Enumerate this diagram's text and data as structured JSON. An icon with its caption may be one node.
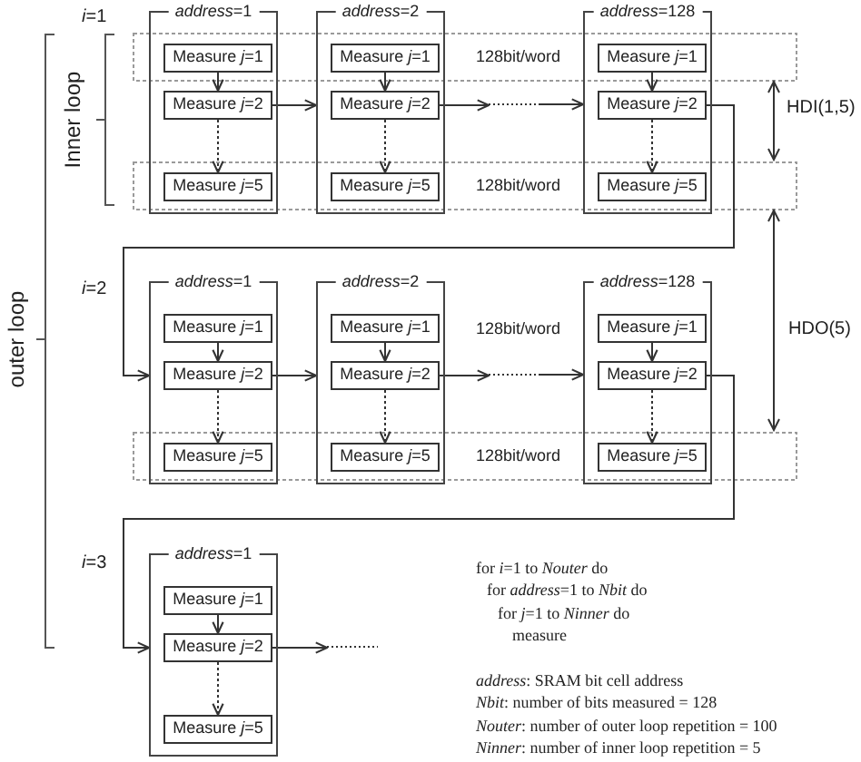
{
  "diagram": {
    "nodes": [
      {
        "text": [
          "*address*=1"
        ]
      },
      {
        "text": [
          "Measure *j*=1"
        ],
        "in": 0
      },
      {
        "text": [
          "Measure *j*=2"
        ],
        "in": 0
      },
      {
        "text": [
          "Measure *j*=5"
        ],
        "in": 0
      },
      {
        "text": [
          "*address*=2"
        ]
      },
      {
        "text": [
          "Measure *j*=1"
        ],
        "in": 4
      },
      {
        "text": [
          "Measure *j*=2"
        ],
        "in": 4
      },
      {
        "text": [
          "Measure *j*=5"
        ],
        "in": 4
      },
      {
        "text": [],
        "shape": "line"
      },
      {
        "text": [
          "*address*=128"
        ]
      },
      {
        "text": [
          "Measure *j*=1"
        ],
        "in": 9
      },
      {
        "text": [
          "Measure *j*=2"
        ],
        "in": 9
      },
      {
        "text": [
          "Measure *j*=5"
        ],
        "in": 9
      },
      {
        "text": [
          "*address*=1"
        ]
      },
      {
        "text": [
          "Measure *j*=1"
        ],
        "in": 13
      },
      {
        "text": [
          "Measure *j*=2"
        ],
        "in": 13
      },
      {
        "text": [
          "Measure *j*=5"
        ],
        "in": 13
      },
      {
        "text": [
          "*address*=2"
        ]
      },
      {
        "text": [
          "Measure *j*=1"
        ],
        "in": 17
      },
      {
        "text": [
          "Measure *j*=2"
        ],
        "in": 17
      },
      {
        "text": [
          "Measure *j*=5"
        ],
        "in": 17
      },
      {
        "text": [],
        "shape": "line"
      },
      {
        "text": [
          "*address*=128"
        ]
      },
      {
        "text": [
          "Measure *j*=1"
        ],
        "in": 22
      },
      {
        "text": [
          "Measure *j*=2"
        ],
        "in": 22
      },
      {
        "text": [
          "Measure *j*=5"
        ],
        "in": 22
      },
      {
        "text": [
          "*address*=1"
        ]
      },
      {
        "text": [
          "Measure *j*=1"
        ],
        "in": 26
      },
      {
        "text": [
          "Measure *j*=2"
        ],
        "in": 26
      },
      {
        "text": [
          "Measure *j*=5"
        ],
        "in": 26
      },
      {
        "text": [],
        "shape": "line"
      }
    ],
    "edges": [
      {
        "from": 1,
        "to": 2,
        "arrow": "to"
      },
      {
        "from": 2,
        "to": 3,
        "arrow": "to",
        "style": "dashed"
      },
      {
        "from": 2,
        "to": 4,
        "arrow": "to"
      },
      {
        "from": 5,
        "to": 6,
        "arrow": "to"
      },
      {
        "from": 6,
        "to": 7,
        "arrow": "to",
        "style": "dashed"
      },
      {
        "from": 6,
        "to": 8,
        "arrow": "to"
      },
      {
        "from": 8,
        "to": 9,
        "arrow": "to"
      },
      {
        "from": 10,
        "to": 11,
        "arrow": "to"
      },
      {
        "from": 11,
        "to": 12,
        "arrow": "to",
        "style": "dashed"
      },
      {
        "from": 11,
        "to": 13,
        "arrow": "to"
      },
      {
        "from": 14,
        "to": 15,
        "arrow": "to"
      },
      {
        "from": 15,
        "to": 16,
        "arrow": "to",
        "style": "dashed"
      },
      {
        "from": 15,
        "to": 17,
        "arrow": "to"
      },
      {
        "from": 18,
        "to": 19,
        "arrow": "to"
      },
      {
        "from": 19,
        "to": 20,
        "arrow": "to",
        "style": "dashed"
      },
      {
        "from": 19,
        "to": 21,
        "arrow": "to"
      },
      {
        "from": 21,
        "to": 22,
        "arrow": "to"
      },
      {
        "from": 23,
        "to": 24,
        "arrow": "to"
      },
      {
        "from": 24,
        "to": 25,
        "arrow": "to",
        "style": "dashed"
      },
      {
        "from": 24,
        "to": 26,
        "arrow": "to"
      },
      {
        "from": 27,
        "to": 28,
        "arrow": "to"
      },
      {
        "from": 28,
        "to": 29,
        "arrow": "to",
        "style": "dashed"
      },
      {
        "from": 28,
        "to": 30,
        "arrow": "to"
      }
    ],
    "labels": [
      "*i*=1",
      "128bit/word",
      "HDI(1,5)",
      "Inner loop",
      "128bit/word",
      "*i*=2",
      "HDO(5)",
      "128bit/word",
      "outer loop",
      "128bit/word",
      "*i*=3",
      "for *i*=1 to *Nouter* do",
      "for *address*=1 to *Nbit* do",
      "for *j*=1 to *Ninner* do",
      "measure",
      "*address*: SRAM bit cell address",
      "*Nbit*: number of bits measured = 128",
      "*Nouter*: number of outer loop repetition = 100",
      "*Ninner*: number of inner loop repetition = 5"
    ]
  }
}
